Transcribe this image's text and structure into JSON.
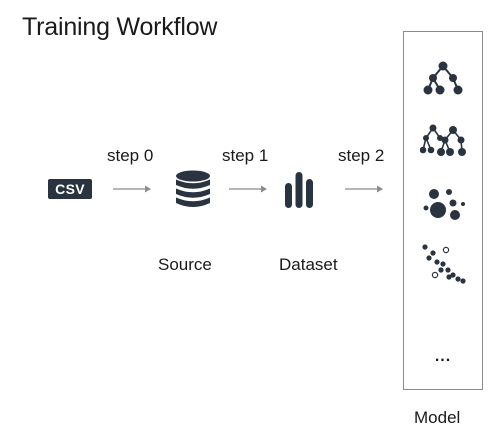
{
  "title": "Training Workflow",
  "input": {
    "badge": "CSV"
  },
  "steps": [
    {
      "label": "step 0"
    },
    {
      "label": "step 1"
    },
    {
      "label": "step 2"
    }
  ],
  "nodes": {
    "source": {
      "label": "Source",
      "icon": "database-icon"
    },
    "dataset": {
      "label": "Dataset",
      "icon": "bar-chart-icon"
    }
  },
  "model": {
    "label": "Model",
    "icons": [
      "decision-tree-icon",
      "ensemble-trees-icon",
      "cluster-icon",
      "anomaly-scatter-icon"
    ],
    "more": "..."
  },
  "colors": {
    "icon_dark": "#2a3440",
    "arrow": "#8c8c8c",
    "panel_border": "#8a8a8a"
  }
}
